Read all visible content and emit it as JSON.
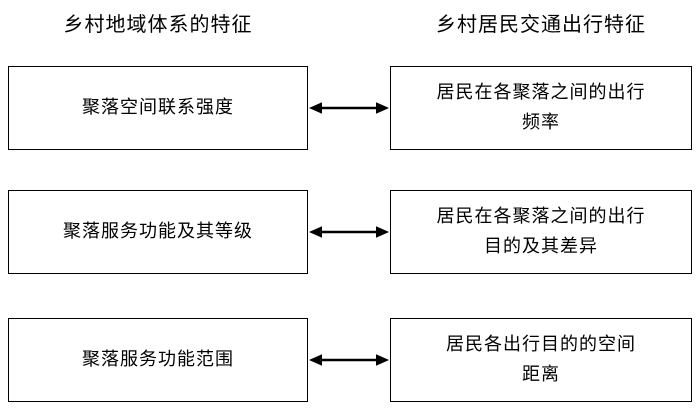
{
  "headers": {
    "left": "乡村地域体系的特征",
    "right": "乡村居民交通出行特征"
  },
  "rows": [
    {
      "left": "聚落空间联系强度",
      "right": "居民在各聚落之间的出行\n频率"
    },
    {
      "left": "聚落服务功能及其等级",
      "right": "居民在各聚落之间的出行\n目的及其差异"
    },
    {
      "left": "聚落服务功能范围",
      "right": "居民各出行目的的空间\n距离"
    }
  ]
}
